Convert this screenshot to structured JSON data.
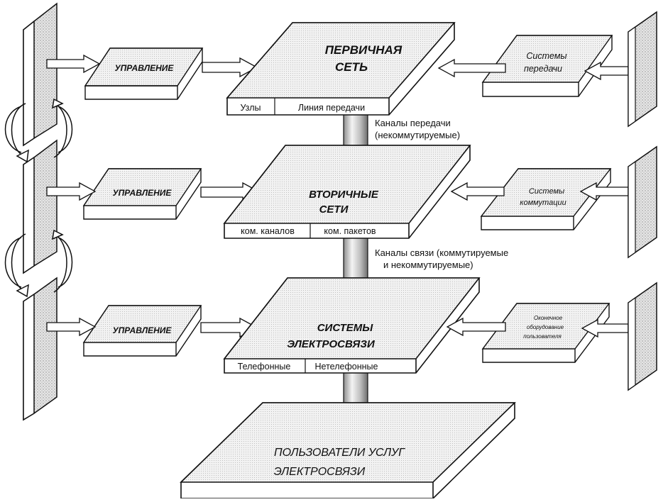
{
  "primary": {
    "title_line1": "ПЕРВИЧНАЯ",
    "title_line2": "СЕТЬ",
    "cell_left": "Узлы",
    "cell_right": "Линия передачи"
  },
  "secondary": {
    "title_line1": "ВТОРИЧНЫЕ",
    "title_line2": "СЕТИ",
    "cell_left": "ком. каналов",
    "cell_right": "ком. пакетов"
  },
  "telecom": {
    "title_line1": "СИСТЕМЫ",
    "title_line2": "ЭЛЕКТРОСВЯЗИ",
    "cell_left": "Телефонные",
    "cell_right": "Нетелефонные"
  },
  "users": {
    "title_line1": "ПОЛЬЗОВАТЕЛИ УСЛУГ",
    "title_line2": "ЭЛЕКТРОСВЯЗИ"
  },
  "management": {
    "label": "УПРАВЛЕНИЕ"
  },
  "right_boxes": {
    "transmission_line1": "Системы",
    "transmission_line2": "передачи",
    "switching_line1": "Системы",
    "switching_line2": "коммутации",
    "terminal_line1": "Оконечное",
    "terminal_line2": "оборудование",
    "terminal_line3": "пользователя"
  },
  "links": {
    "channels_tx_line1": "Каналы передачи",
    "channels_tx_line2": "(некоммутируемые)",
    "channels_comm_line1": "Каналы связи (коммутируемые",
    "channels_comm_line2": "и некоммутируемые)"
  }
}
